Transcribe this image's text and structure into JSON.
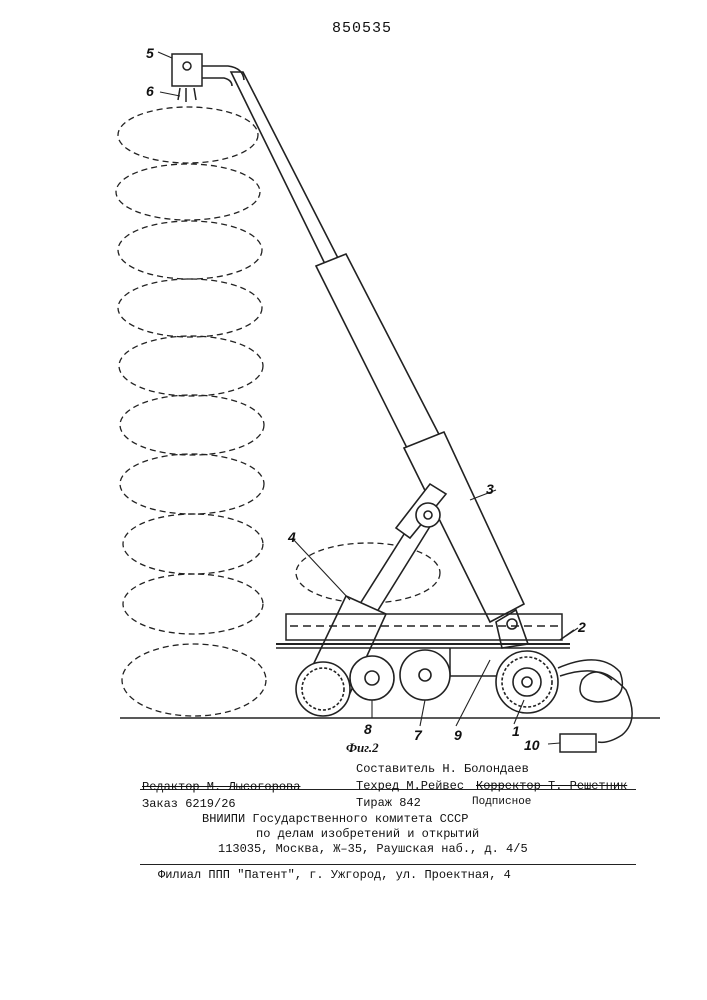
{
  "header": {
    "patent_number": "850535"
  },
  "figure": {
    "caption": "Фиг.2",
    "part_labels": [
      "1",
      "2",
      "3",
      "4",
      "5",
      "6",
      "7",
      "8",
      "9",
      "10"
    ]
  },
  "imprint": {
    "compiler": "Составитель Н. Болондаев",
    "editor": "Редактор М. Лысогорова",
    "techred": "Техред М.Рейвес",
    "corrector": "Корректор Т. Решетник",
    "order": "Заказ 6219/26",
    "circulation": "Тираж 842",
    "subscription": "Подписное",
    "org_line1": "ВНИИПИ Государственного комитета СССР",
    "org_line2": "по делам изобретений и открытий",
    "address": "113035, Москва, Ж–35, Раушская наб., д. 4/5",
    "branch": "Филиал ППП \"Патент\", г. Ужгород, ул. Проектная, 4"
  }
}
